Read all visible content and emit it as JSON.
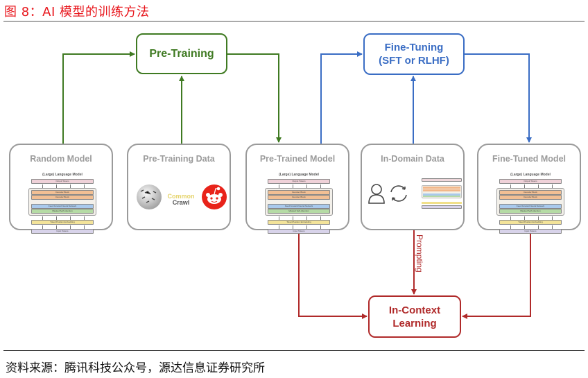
{
  "figure": {
    "title": "图 8：AI 模型的训练方法",
    "source": "资料来源：腾讯科技公众号，源达信息证券研究所"
  },
  "colors": {
    "pretraining": "#3f7a22",
    "finetuning": "#3a6dc4",
    "incontext": "#b02a2a",
    "box_border": "#9a9a9a",
    "title_red": "#e8161c"
  },
  "process_nodes": {
    "pretraining": {
      "label": "Pre-Training"
    },
    "finetuning": {
      "line1": "Fine-Tuning",
      "line2": "(SFT or RLHF)"
    },
    "incontext": {
      "line1": "In-Context",
      "line2": "Learning"
    }
  },
  "boxes": [
    {
      "id": "random-model",
      "title": "Random Model"
    },
    {
      "id": "pretraining-data",
      "title": "Pre-Training Data"
    },
    {
      "id": "pretrained-model",
      "title": "Pre-Trained Model"
    },
    {
      "id": "in-domain-data",
      "title": "In-Domain Data"
    },
    {
      "id": "finetuned-model",
      "title": "Fine-Tuned Model"
    }
  ],
  "llm_diagram": {
    "title": "(Large) Language Model",
    "output": "Output Tokens",
    "decoder1": "Decoder Block",
    "decoder2": "Decoder Block",
    "ffn": "Feed Forward Neural Network",
    "attn": "Masked Self-Attention",
    "embed": "Token/Position Embedding",
    "input": "Input Tokens"
  },
  "data_sources": {
    "common": "Common",
    "crawl": "Crawl"
  },
  "edge_labels": {
    "prompting": "Prompting"
  }
}
